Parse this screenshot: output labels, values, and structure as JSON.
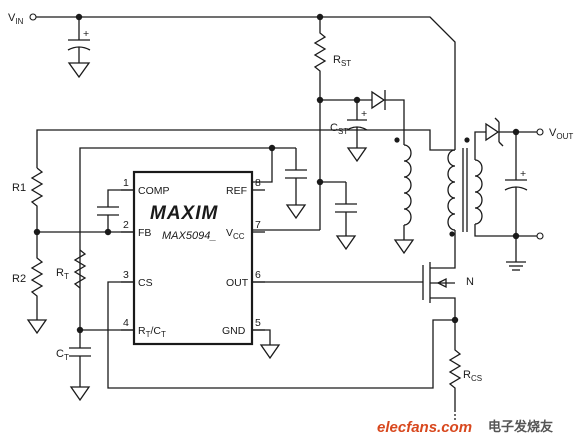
{
  "nodes": {
    "vin": {
      "main": "V",
      "sub": "IN"
    },
    "vout": {
      "main": "V",
      "sub": "OUT"
    }
  },
  "ic": {
    "logo": "MAXIM",
    "part": "MAX5094_",
    "pins": [
      {
        "num": "1",
        "name": "COMP"
      },
      {
        "num": "2",
        "name": "FB"
      },
      {
        "num": "3",
        "name": "CS"
      },
      {
        "num": "4",
        "name_main": "R",
        "name_sub1": "T",
        "name_mid": "/C",
        "name_sub2": "T"
      },
      {
        "num": "5",
        "name": "GND"
      },
      {
        "num": "6",
        "name": "OUT"
      },
      {
        "num": "7",
        "name_main": "V",
        "name_sub": "CC"
      },
      {
        "num": "8",
        "name": "REF"
      }
    ]
  },
  "components": {
    "rst": {
      "main": "R",
      "sub": "ST"
    },
    "cst": {
      "main": "C",
      "sub": "ST"
    },
    "r1": {
      "main": "R1"
    },
    "r2": {
      "main": "R2"
    },
    "rt": {
      "main": "R",
      "sub": "T"
    },
    "ct": {
      "main": "C",
      "sub": "T"
    },
    "rcs": {
      "main": "R",
      "sub": "CS"
    },
    "mosfet": {
      "main": "N"
    }
  },
  "watermark": {
    "site": "elecfans.com",
    "cn": "电子发烧友"
  }
}
